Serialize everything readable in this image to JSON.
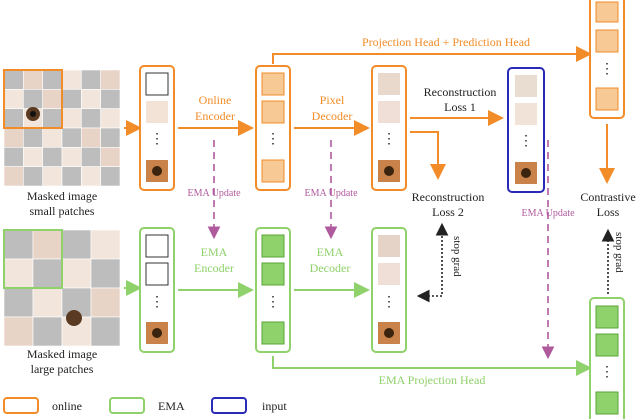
{
  "colors": {
    "online": "#f28c28",
    "ema": "#8fd16a",
    "input": "#2a2ab8",
    "ema_update": "#b05a9e",
    "online_fill": "#f7c995",
    "ema_fill": "#8fd16a",
    "text": "#222222"
  },
  "labels": {
    "masked_small": [
      "Masked image",
      "small patches"
    ],
    "masked_large": [
      "Masked image",
      "large patches"
    ],
    "online_encoder": [
      "Online",
      "Encoder"
    ],
    "pixel_decoder": [
      "Pixel",
      "Decoder"
    ],
    "ema_encoder": [
      "EMA",
      "Encoder"
    ],
    "ema_decoder": [
      "EMA",
      "Decoder"
    ],
    "ema_update": "EMA Update",
    "recon_loss_1": [
      "Reconstruction",
      "Loss 1"
    ],
    "recon_loss_2": [
      "Reconstruction",
      "Loss 2"
    ],
    "contrastive_loss": [
      "Contrastive",
      "Loss"
    ],
    "stop_grad": "stop grad",
    "proj_pred_head": "Projection Head + Prediction Head",
    "ema_proj_head": "EMA Projection Head"
  },
  "legend": [
    {
      "label": "online",
      "color_key": "online"
    },
    {
      "label": "EMA",
      "color_key": "ema"
    },
    {
      "label": "input",
      "color_key": "input"
    }
  ]
}
